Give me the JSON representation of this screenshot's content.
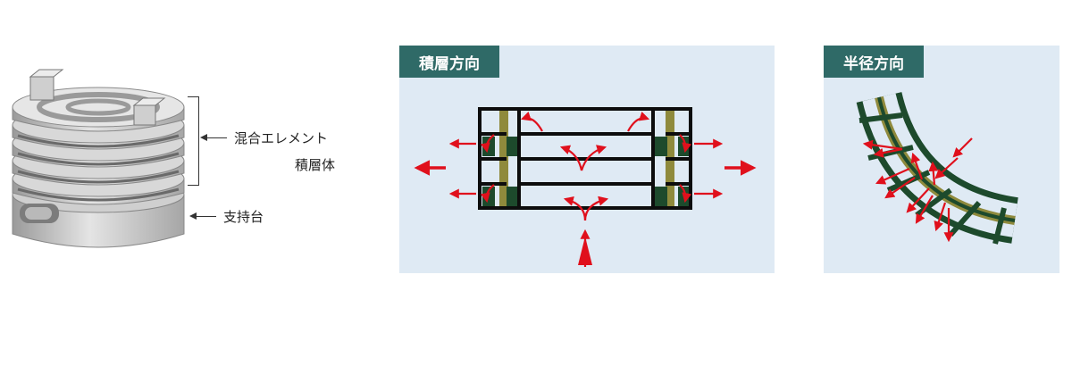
{
  "labels": {
    "mixed_element": "混合エレメント",
    "laminate": "積層体",
    "support": "支持台"
  },
  "panels": {
    "stacking": {
      "title": "積層方向"
    },
    "radial": {
      "title": "半径方向"
    }
  },
  "colors": {
    "panel_bg": "#dfeaf4",
    "tag_bg": "#2f6a67",
    "frame": "#0d0d0d",
    "olive": "#8f8a3c",
    "dark_green": "#1d4a2c",
    "arrow_red": "#e0101c"
  }
}
